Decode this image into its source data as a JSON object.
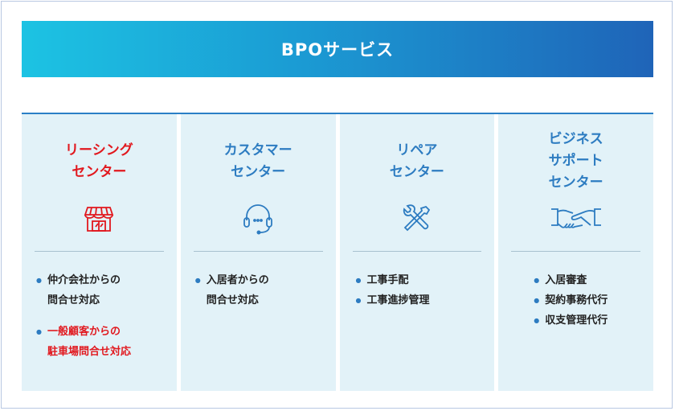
{
  "banner": {
    "title": "BPOサービス"
  },
  "columns": [
    {
      "title": "リーシング\nセンター",
      "icon": "storefront-icon",
      "items": [
        {
          "text": "仲介会社からの\n問合せ対応",
          "highlight": false
        },
        {
          "text": "一般顧客からの\n駐車場問合せ対応",
          "highlight": true
        }
      ]
    },
    {
      "title": "カスタマー\nセンター",
      "icon": "headset-icon",
      "items": [
        {
          "text": "入居者からの\n問合せ対応",
          "highlight": false
        }
      ]
    },
    {
      "title": "リペア\nセンター",
      "icon": "tools-icon",
      "items": [
        {
          "text": "工事手配",
          "highlight": false
        },
        {
          "text": "工事進捗管理",
          "highlight": false
        }
      ]
    },
    {
      "title": "ビジネス\nサポート\nセンター",
      "icon": "handshake-icon",
      "items": [
        {
          "text": "入居審査",
          "highlight": false
        },
        {
          "text": "契約事務代行",
          "highlight": false
        },
        {
          "text": "収支管理代行",
          "highlight": false
        }
      ]
    }
  ],
  "colors": {
    "accent": "#2d7cc1",
    "highlight": "#e1181e",
    "panel": "#e2f2f8"
  }
}
